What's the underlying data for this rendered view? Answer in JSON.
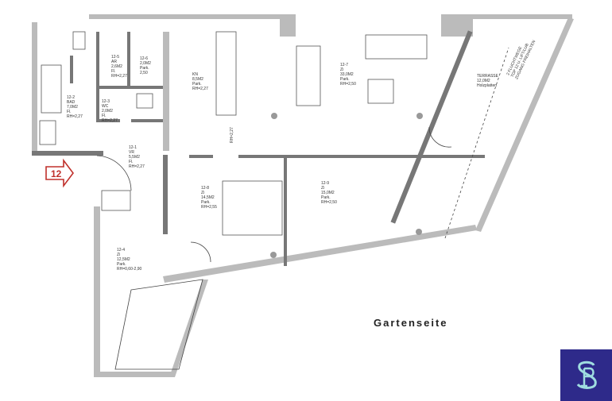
{
  "floorplan": {
    "rooms": [
      {
        "id": "12-5",
        "lines": [
          "12-5",
          "AR",
          "2,6M2",
          "Fl.",
          "RH=2,27"
        ]
      },
      {
        "id": "12-6",
        "lines": [
          "12-6",
          "2,0M2",
          "Park.",
          "2,50"
        ]
      },
      {
        "id": "kn",
        "lines": [
          "KN",
          "8,5M2",
          "Park.",
          "RH=2,27"
        ]
      },
      {
        "id": "12-2",
        "lines": [
          "12-2",
          "BAD",
          "7,0M2",
          "Fl.",
          "RH=2,27"
        ]
      },
      {
        "id": "12-3",
        "lines": [
          "12-3",
          "WC",
          "2,0M2",
          "Fl.",
          "RH=2,27"
        ]
      },
      {
        "id": "12-1",
        "lines": [
          "12-1",
          "VR",
          "5,5M2",
          "Fl.",
          "RH=2,27"
        ]
      },
      {
        "id": "12-7",
        "lines": [
          "12-7",
          "Zi",
          "33,0M2",
          "Park.",
          "RH=2,50"
        ]
      },
      {
        "id": "terrasse",
        "lines": [
          "TERRASSE",
          "12,0M2",
          "Holzplatten"
        ]
      },
      {
        "id": "12-8",
        "lines": [
          "12-8",
          "Zi",
          "14,5M2",
          "Park.",
          "RH=2,55"
        ]
      },
      {
        "id": "12-9",
        "lines": [
          "12-9",
          "Zi",
          "15,0M2",
          "Park.",
          "RH=2,50"
        ]
      },
      {
        "id": "12-4",
        "lines": [
          "12-4",
          "Zi",
          "12,5M2",
          "Park.",
          "RH=0,60-2,90"
        ]
      }
    ],
    "rh_note": "RH=2,27",
    "escape_note": [
      "2 FLUCHTWEGE",
      "TOP 12 U. LIFT/LUB",
      "ZUGANG FREIHALTEN"
    ],
    "entrance_number": "12",
    "garden_side": "Gartenseite"
  },
  "logo": {
    "text": "SP",
    "bg_color": "#2e2a8a",
    "fg_color": "#9fdde0"
  }
}
